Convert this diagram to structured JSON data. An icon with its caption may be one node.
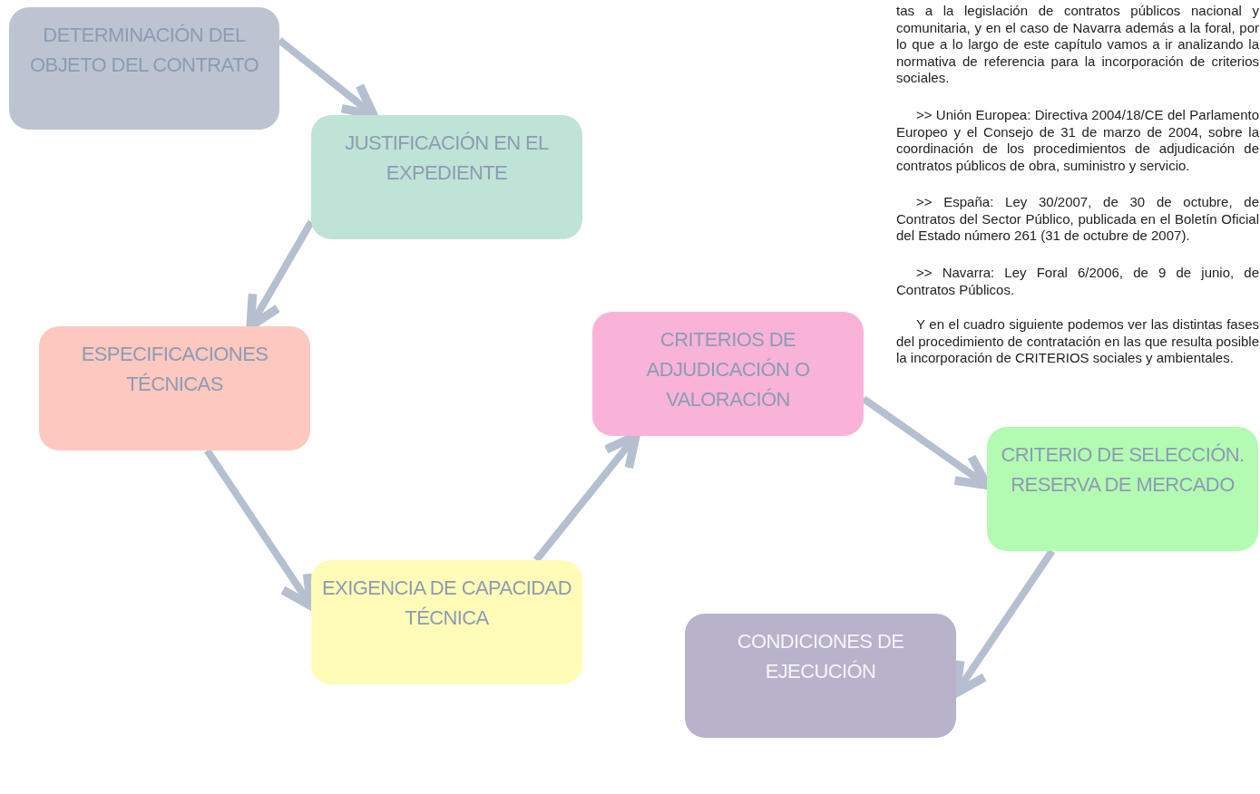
{
  "diagram": {
    "nodes": [
      {
        "text": [
          "DETERMINACIÓN DEL OBJETO DEL CONTRATO"
        ]
      },
      {
        "text": [
          "JUSTIFICACIÓN EN EL EXPEDIENTE"
        ]
      },
      {
        "text": [
          "ESPECIFICACIONES TÉCNICAS"
        ]
      },
      {
        "text": [
          "EXIGENCIA DE CAPACIDAD TÉCNICA"
        ]
      },
      {
        "text": [
          "CRITERIOS DE ADJUDICACIÓN O VALORACIÓN"
        ]
      },
      {
        "text": [
          "CRITERIO DE SELECCIÓN. RESERVA DE MERCADO"
        ]
      },
      {
        "text": [
          "CONDICIONES DE EJECUCIÓN"
        ]
      }
    ],
    "edges": [
      {
        "from": 0,
        "to": 1,
        "arrow": "to"
      },
      {
        "from": 1,
        "to": 2,
        "arrow": "to"
      },
      {
        "from": 2,
        "to": 3,
        "arrow": "to"
      },
      {
        "from": 3,
        "to": 4,
        "arrow": "to"
      },
      {
        "from": 4,
        "to": 5,
        "arrow": "to"
      },
      {
        "from": 5,
        "to": 6,
        "arrow": "to"
      }
    ],
    "labels": [
      "tas a la legislación de contratos públicos nacional y comunitaria, y en el caso de Navarra además a la foral, por lo que a lo largo de este capítulo vamos a ir analizando la normativa de referencia para la incorporación de criterios sociales.",
      ">> Unión Europea: Directiva 2004/18/CE del Parlamento Europeo y el Consejo de 31 de marzo de 2004, sobre la coordinación de los procedimientos de adjudicación de contratos públicos de obra, suministro y servicio.",
      ">> España: Ley 30/2007, de 30 de octubre, de Contratos del Sector Público, publicada en el Boletín Oficial del Estado número 261 (31 de octubre de 2007).",
      ">> Navarra: Ley Foral 6/2006, de 9 de junio, de Contratos Públicos.",
      "Y en el cuadro siguiente podemos ver las distintas fases del procedimiento de contratación en las que resulta posible la incorporación de CRITERIOS sociales y ambientales."
    ]
  }
}
